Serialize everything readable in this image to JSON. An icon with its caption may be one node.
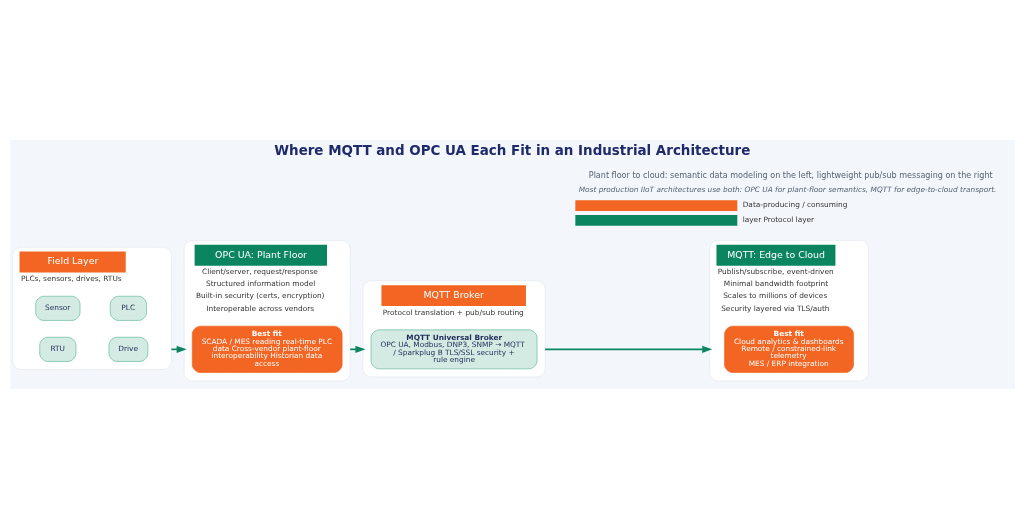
{
  "diagram": {
    "title": "Where MQTT and OPC UA Each Fit in an Industrial Architecture",
    "caption": "Most production IIoT architectures use both: OPC UA for plant-floor semantics, MQTT for edge-to-cloud transport.",
    "nodes": [
      {
        "text": [
          "Field Layer",
          "PLCs, sensors, drives, RTUs"
        ]
      },
      {
        "text": [
          "Sensor"
        ],
        "in": 0
      },
      {
        "text": [
          "PLC"
        ],
        "in": 0
      },
      {
        "text": [
          "RTU"
        ],
        "in": 0
      },
      {
        "text": [
          "Drive"
        ],
        "in": 0
      },
      {
        "text": [
          "OPC UA: Plant Floor",
          "Client/server, request/response",
          "Structured information model",
          "Built-in security (certs, encryption)",
          "Interoperable across vendors"
        ]
      },
      {
        "text": [
          "Best fit",
          "SCADA / MES reading real-time PLC data Cross-vendor plant-floor interoperability Historian data access"
        ],
        "in": 5
      },
      {
        "text": [
          "MQTT Broker",
          "Protocol translation + pub/sub routing"
        ]
      },
      {
        "text": [
          "MQTT Universal Broker",
          "OPC UA, Modbus, DNP3, SNMP → MQTT / Sparkplug B TLS/SSL security + rule engine"
        ],
        "in": 7
      },
      {
        "text": [
          "MQTT: Edge to Cloud",
          "Publish/subscribe, event-driven",
          "Minimal bandwidth footprint",
          "Scales to millions of devices",
          "Security layered via TLS/auth"
        ]
      },
      {
        "text": [
          "Best fit",
          "Cloud analytics & dashboards",
          "Remote / constrained-link telemetry",
          "MES / ERP integration"
        ],
        "in": 9
      }
    ],
    "edges": [
      {
        "from": 0,
        "to": 5,
        "arrow": "to"
      },
      {
        "from": 5,
        "to": 7,
        "arrow": "to"
      },
      {
        "from": 7,
        "to": 9,
        "arrow": "to"
      }
    ],
    "labels": [
      "Plant floor to cloud: semantic data modeling on the left, lightweight pub/sub messaging on the right"
    ],
    "legend": [
      {
        "text": "Data-producing / consuming",
        "color": "#f26522"
      },
      {
        "text": "layer Protocol layer",
        "color": "#0b8560"
      }
    ]
  }
}
